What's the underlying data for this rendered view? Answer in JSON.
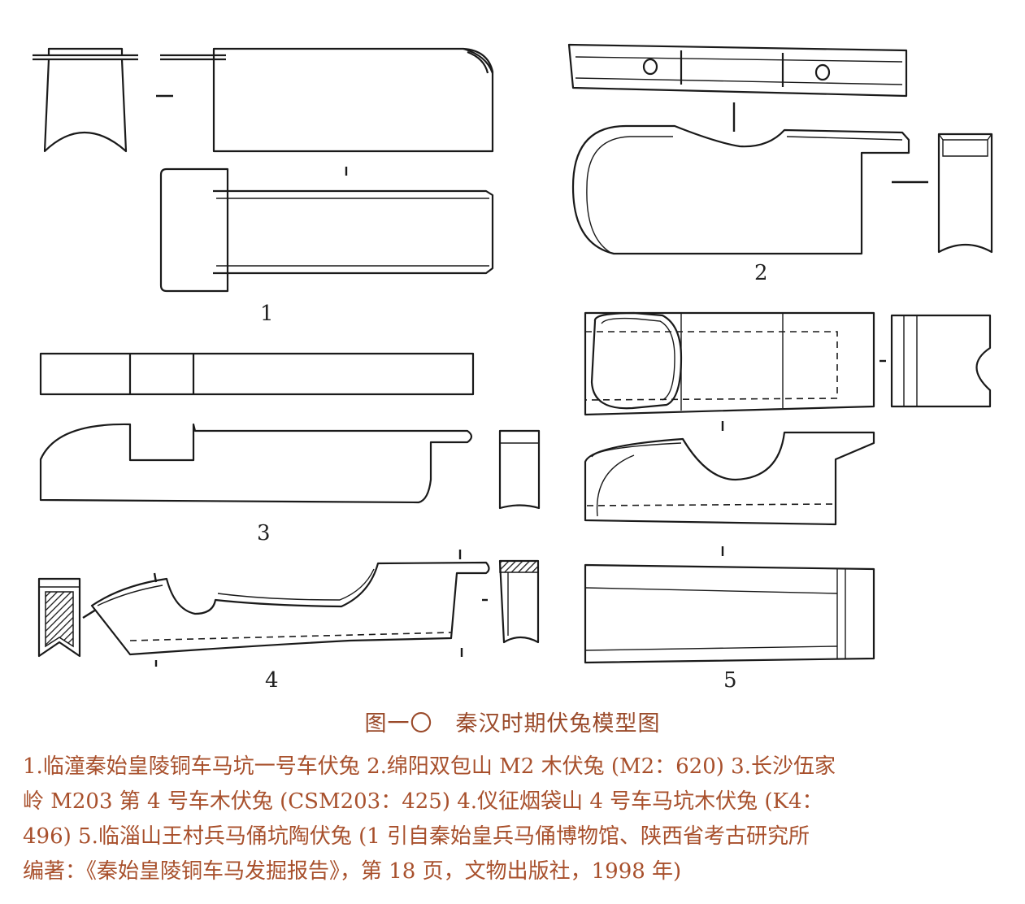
{
  "figure": {
    "labels": [
      "1",
      "2",
      "3",
      "4",
      "5"
    ],
    "title": "图一〇　秦汉时期伏兔模型图",
    "caption_lines": [
      "1.临潼秦始皇陵铜车马坑一号车伏兔 2.绵阳双包山 M2 木伏兔 (M2：620) 3.长沙伍家",
      "岭 M203 第 4 号车木伏兔 (CSM203：425) 4.仪征烟袋山 4 号车马坑木伏兔 (K4：",
      "496) 5.临淄山王村兵马俑坑陶伏兔 (1 引自秦始皇兵马俑博物馆、陕西省考古研究所",
      "编著：《秦始皇陵铜车马发掘报告》，第 18 页，文物出版社，1998 年)"
    ]
  }
}
